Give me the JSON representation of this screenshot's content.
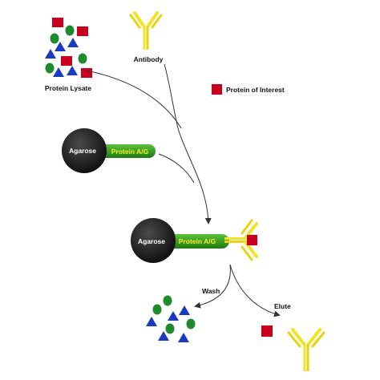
{
  "labels": {
    "protein_lysate": "Protein Lysate",
    "antibody": "Antibody",
    "protein_of_interest": "Protein of Interest",
    "agarose_1": "Agarose",
    "protein_ag_1": "Protein A/G",
    "agarose_2": "Agarose",
    "protein_ag_2": "Protein A/G",
    "wash": "Wash",
    "elute": "Elute"
  },
  "colors": {
    "protein_square": "#c8001e",
    "protein_circle": "#1e8c2c",
    "protein_triangle": "#1a3bbf",
    "antibody": "#f1e424",
    "agarose_bead": "#1c1c1c",
    "protein_ag": "#2e9a1a",
    "arrow": "#333333"
  }
}
